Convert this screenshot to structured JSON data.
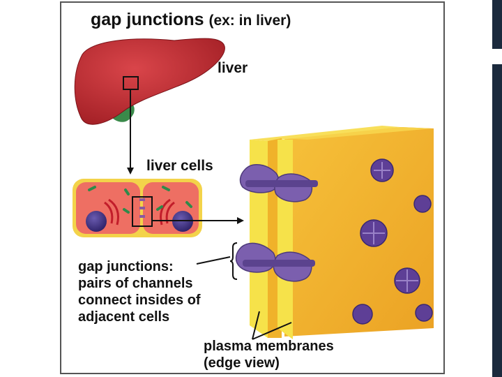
{
  "title": {
    "main": "gap junctions",
    "sub": "(ex: in liver)"
  },
  "labels": {
    "liver": "liver",
    "liver_cells": "liver cells",
    "gap_line1": "gap junctions:",
    "gap_line2": "pairs of channels",
    "gap_line3": "connect insides of",
    "gap_line4": "adjacent cells",
    "plasma_line1": "plasma membranes",
    "plasma_line2": "(edge view)"
  },
  "colors": {
    "liver": "#b8262c",
    "cell_fill": "#ee6f63",
    "cell_border": "#f3d34a",
    "membrane": "#f5c52b",
    "membrane_face": "#f0b22a",
    "channel": "#6b4f9a",
    "nucleus": "#4b3a8a"
  }
}
